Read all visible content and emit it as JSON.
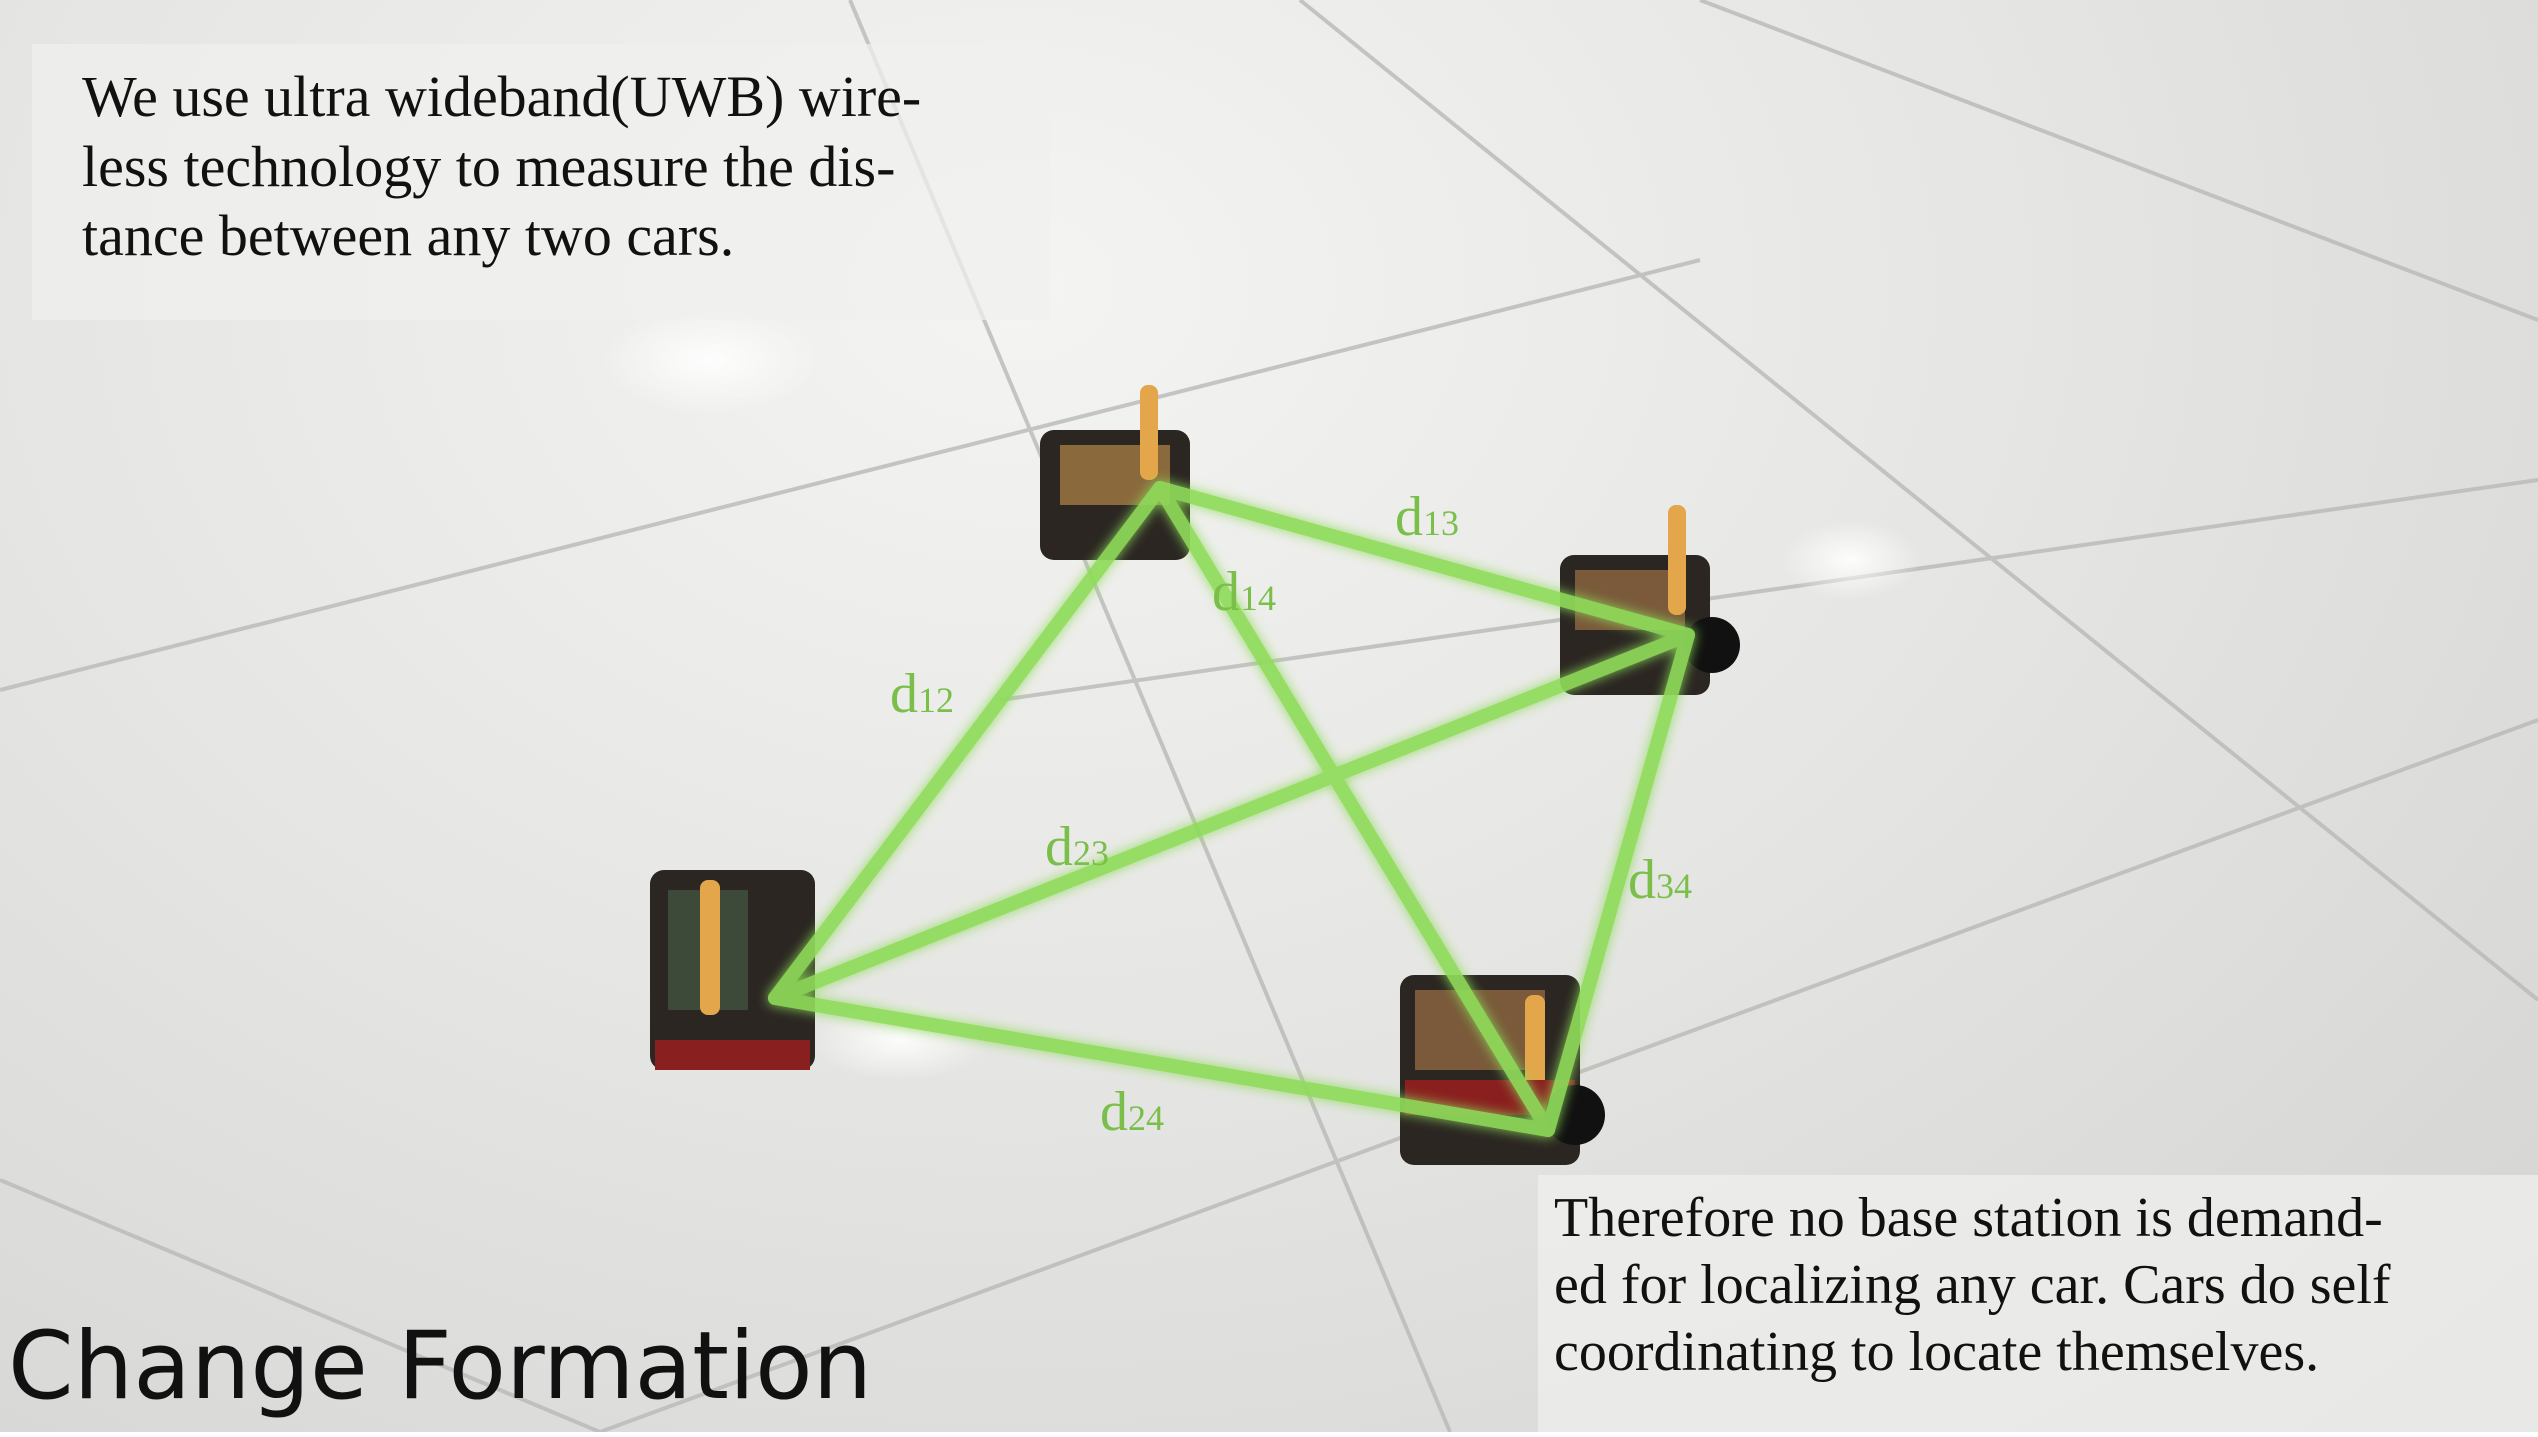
{
  "captions": {
    "top": [
      "We use ultra wideband(UWB) wire-",
      "less technology to measure the dis-",
      "tance between any two cars."
    ],
    "bottom": [
      "Therefore no base station is demand-",
      "ed for localizing any car. Cars do self",
      "coordinating to locate themselves."
    ]
  },
  "title": "Change Formation",
  "distance_labels": [
    {
      "id": "d12",
      "base": "d",
      "sub": "12"
    },
    {
      "id": "d13",
      "base": "d",
      "sub": "13"
    },
    {
      "id": "d14",
      "base": "d",
      "sub": "14"
    },
    {
      "id": "d23",
      "base": "d",
      "sub": "23"
    },
    {
      "id": "d24",
      "base": "d",
      "sub": "24"
    },
    {
      "id": "d34",
      "base": "d",
      "sub": "34"
    }
  ],
  "colors": {
    "link": "#8fdc5a",
    "label": "#7bbf4b",
    "floor": "#e4e4e2"
  }
}
